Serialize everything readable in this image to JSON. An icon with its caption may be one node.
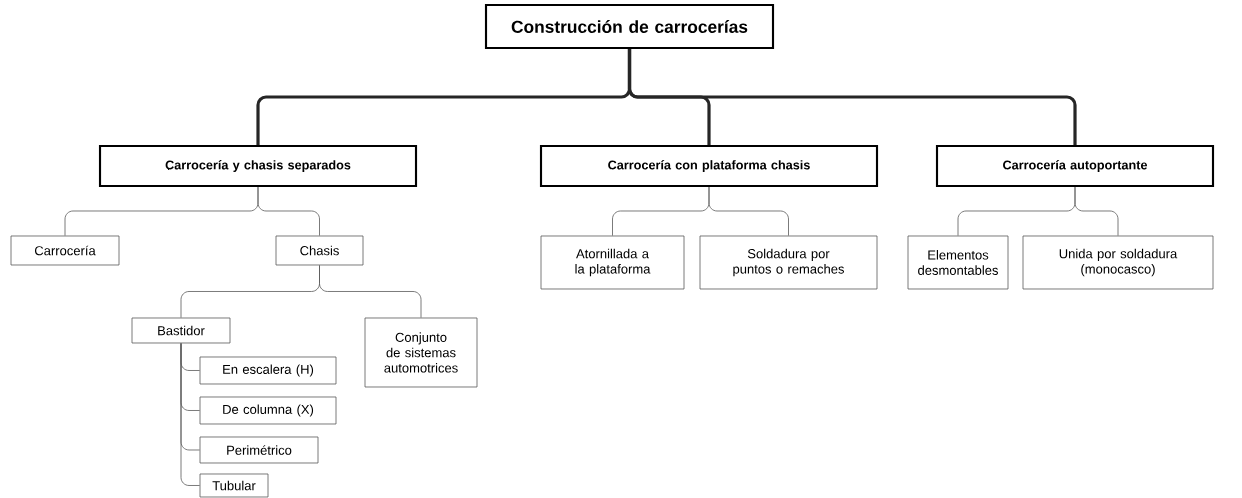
{
  "diagram": {
    "nodes": [
      {
        "text": [
          "Construcción de carrocerías"
        ]
      },
      {
        "text": [
          "Carrocería y chasis separados"
        ]
      },
      {
        "text": [
          "Carrocería con plataforma chasis"
        ]
      },
      {
        "text": [
          "Carrocería autoportante"
        ]
      },
      {
        "text": [
          "Carrocería"
        ]
      },
      {
        "text": [
          "Chasis"
        ]
      },
      {
        "text": [
          "Bastidor"
        ]
      },
      {
        "text": [
          "En escalera (H)"
        ]
      },
      {
        "text": [
          "De columna (X)"
        ]
      },
      {
        "text": [
          "Perimétrico"
        ]
      },
      {
        "text": [
          "Tubular"
        ]
      },
      {
        "text": [
          "Conjunto de sistemas automotrices"
        ]
      },
      {
        "text": [
          "Atornillada a la plataforma"
        ]
      },
      {
        "text": [
          "Soldadura por puntos o remaches"
        ]
      },
      {
        "text": [
          "Elementos desmontables"
        ]
      },
      {
        "text": [
          "Unida por soldadura (monocasco)"
        ]
      }
    ],
    "edges": [
      {
        "from": 0,
        "to": 1,
        "arrow": "none",
        "style": "thick"
      },
      {
        "from": 0,
        "to": 2,
        "arrow": "none",
        "style": "thick"
      },
      {
        "from": 0,
        "to": 3,
        "arrow": "none",
        "style": "thick"
      },
      {
        "from": 1,
        "to": 4,
        "arrow": "none"
      },
      {
        "from": 1,
        "to": 5,
        "arrow": "none"
      },
      {
        "from": 5,
        "to": 6,
        "arrow": "none"
      },
      {
        "from": 5,
        "to": 11,
        "arrow": "none"
      },
      {
        "from": 6,
        "to": 7,
        "arrow": "none"
      },
      {
        "from": 6,
        "to": 8,
        "arrow": "none"
      },
      {
        "from": 6,
        "to": 9,
        "arrow": "none"
      },
      {
        "from": 6,
        "to": 10,
        "arrow": "none"
      },
      {
        "from": 2,
        "to": 12,
        "arrow": "none"
      },
      {
        "from": 2,
        "to": 13,
        "arrow": "none"
      },
      {
        "from": 3,
        "to": 14,
        "arrow": "none"
      },
      {
        "from": 3,
        "to": 15,
        "arrow": "none"
      }
    ]
  }
}
